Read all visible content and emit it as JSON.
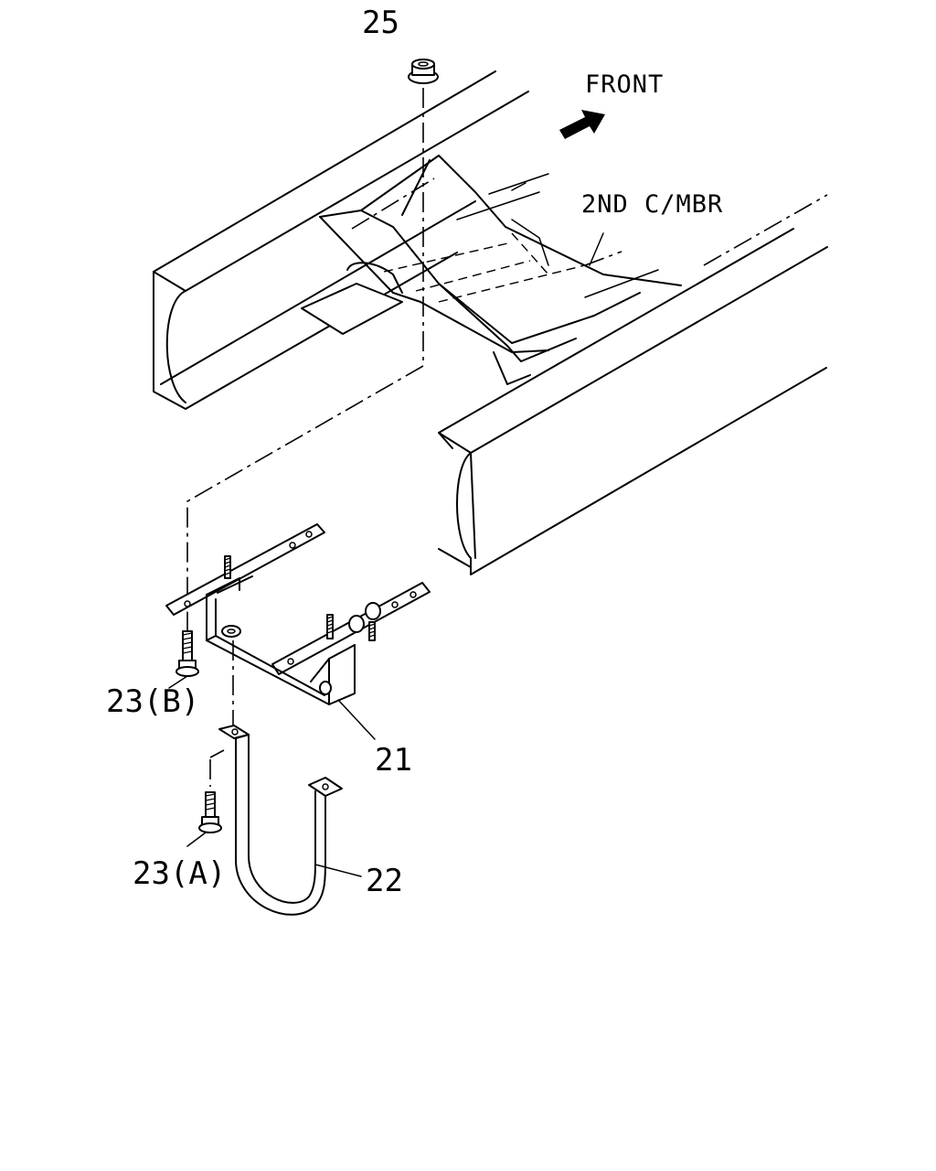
{
  "labels": {
    "part_25": "25",
    "front": "FRONT",
    "second_crossmember": "2ND C/MBR",
    "part_21": "21",
    "part_22": "22",
    "part_23a": "23(A)",
    "part_23b": "23(B)"
  },
  "colors": {
    "line": "#000000",
    "background": "#ffffff"
  },
  "icons": {
    "direction_arrow": "arrow-icon"
  }
}
